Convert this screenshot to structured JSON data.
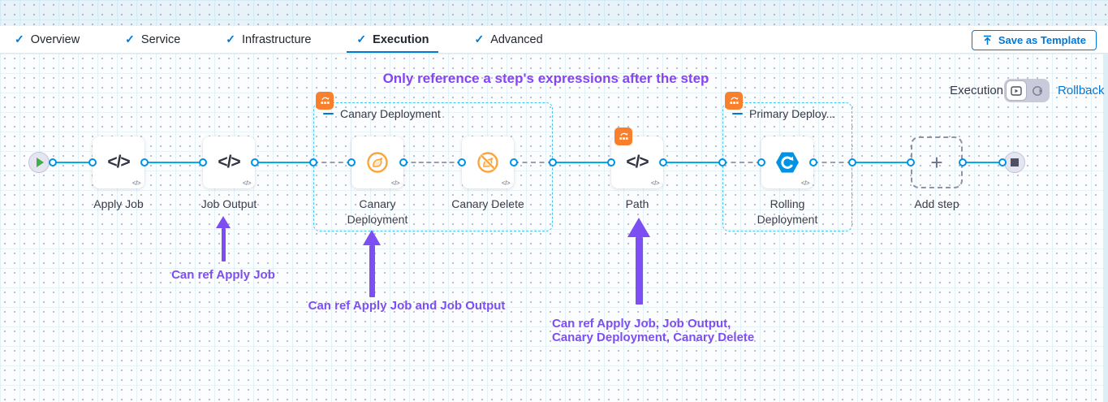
{
  "header": {
    "tabs": [
      {
        "label": "Overview",
        "checked": true,
        "active": false
      },
      {
        "label": "Service",
        "checked": true,
        "active": false
      },
      {
        "label": "Infrastructure",
        "checked": true,
        "active": false
      },
      {
        "label": "Execution",
        "checked": true,
        "active": true
      },
      {
        "label": "Advanced",
        "checked": true,
        "active": false
      }
    ],
    "check_glyph": "✓",
    "save_as_template": "Save as Template"
  },
  "canvas": {
    "controls": {
      "mode_label": "Execution",
      "rollback_label": "Rollback",
      "toggle_icons": [
        "execution-toggle-icon",
        "rollback-toggle-icon"
      ]
    },
    "annotation_title": "Only reference a step's expressions after the step",
    "notes": [
      {
        "text": "Can ref Apply Job"
      },
      {
        "text": "Can ref Apply Job and Job Output"
      },
      {
        "line1": "Can ref Apply Job, Job Output,",
        "line2": "Canary Deployment, Canary Delete"
      }
    ],
    "pipeline": {
      "start_icon": "play-icon",
      "end_icon": "stop-icon",
      "code_glyph": "</>",
      "steps": [
        {
          "label": "Apply Job",
          "icon": "code-icon"
        },
        {
          "label": "Job Output",
          "icon": "code-icon"
        },
        {
          "label": "Canary Deployment",
          "icon": "canary-icon"
        },
        {
          "label": "Canary Delete",
          "icon": "canary-delete-icon"
        },
        {
          "label": "Path",
          "icon": "code-icon",
          "badge": "looping-strategy-icon"
        },
        {
          "label": "Rolling Deployment",
          "icon": "rolling-deployment-icon"
        }
      ],
      "groups": [
        {
          "label": "Canary Deployment",
          "badge": "looping-strategy-icon"
        },
        {
          "label": "Primary Deploy...",
          "badge": "looping-strategy-icon"
        }
      ],
      "add_step_label": "Add step"
    }
  },
  "colors": {
    "accent_blue": "#0278D5",
    "connector_blue": "#00ADE4",
    "annotation_purple": "#7D4EF2",
    "badge_orange": "#F8802C",
    "canary_orange": "#FBA63C",
    "rolling_blue": "#0092E4",
    "play_green": "#3FAE49"
  }
}
